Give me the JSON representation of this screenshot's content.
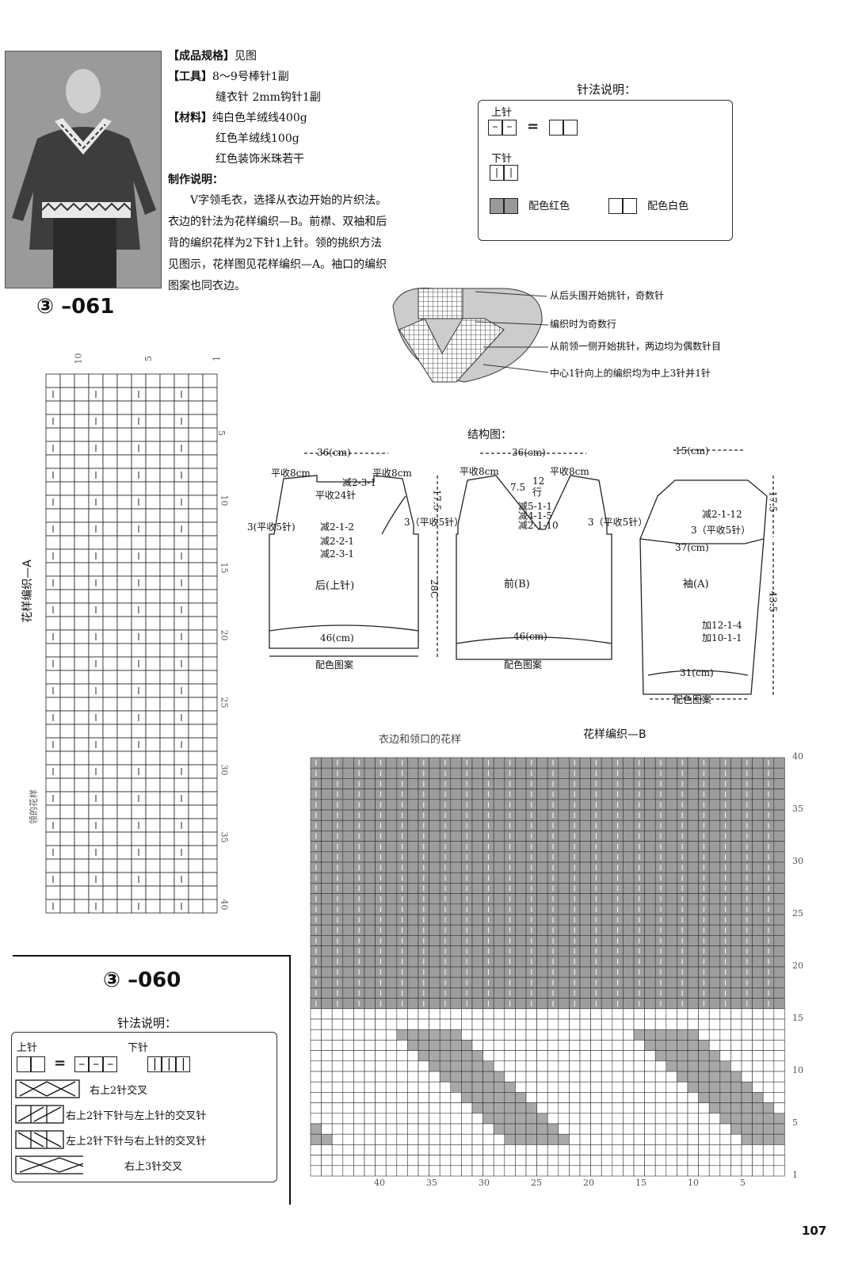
{
  "top": {
    "spec_label": "【成品规格】",
    "spec_value": "见图",
    "tools_label": "【工具】",
    "tools_line1": "8～9号棒针1副",
    "tools_line2": "缝衣针 2mm钩针1副",
    "material_label": "【材料】",
    "material_line1": "纯白色羊绒线400g",
    "material_line2": "红色羊绒线100g",
    "material_line3": "红色装饰米珠若干",
    "method_title": "制作说明：",
    "method_lines": [
      "V字领毛衣，选择从衣边开始的片织法。",
      "衣边的针法为花样编织—B。前襟、双袖和后",
      "背的编织花样为2下针1上针。领的挑织方法",
      "见图示，花样图见花样编织—A。袖口的编织",
      "图案也同衣边。"
    ],
    "pattern_number": "③ –061"
  },
  "legend_061": {
    "title": "针法说明：",
    "upper_label": "上针",
    "lower_label": "下针",
    "red_label": "配色红色",
    "white_label": "配色白色"
  },
  "collar_notes": [
    "从后头围开始挑针，奇数针",
    "编织时为奇数行",
    "从前领一侧开始挑针，两边均为偶数针目",
    "中心1针向上的编织均为中上3针并1针"
  ],
  "structure": {
    "title": "结构图：",
    "back": {
      "width_top": "36(cm)",
      "shoulder_left": "平收8cm",
      "shoulder_right": "平收8cm",
      "dec_top": "减2-3-1",
      "neck": "平收24针",
      "height_top": "17.5",
      "arm_left": "3(平收5针)",
      "arm_right": "3（平收5针）",
      "dec1": "减2-1-2",
      "dec2": "减2-2-1",
      "dec3": "减2-3-1",
      "name": "后(上针)",
      "height_body": "28C",
      "width_bottom": "46(cm)",
      "hem": "配色图案"
    },
    "front": {
      "width_top": "36(cm)",
      "shoulder_left": "平收8cm",
      "shoulder_right": "平收8cm",
      "v_depth": "7.5",
      "v_rows": "12行",
      "dec1": "减5-1-1",
      "dec2": "减4-1-5",
      "dec3": "减2-1-10",
      "arm_right": "3（平收5针）",
      "name": "前(B)",
      "width_bottom": "46(cm)",
      "hem": "配色图案"
    },
    "sleeve": {
      "width_top": "15(cm)",
      "dec": "减2-1-12",
      "arm": "3（平收5针）",
      "height_cap": "17.5",
      "width_mid": "37(cm)",
      "name": "袖(A)",
      "height_body": "43.5",
      "inc1": "加12-1-4",
      "inc2": "加10-1-1",
      "width_bottom": "31(cm)",
      "hem": "配色图案"
    }
  },
  "chart_a": {
    "side_title": "花样编织—A",
    "side_sub": "领的花样",
    "top_ticks": [
      "10",
      "5",
      "1"
    ],
    "right_ticks": [
      "5",
      "10",
      "15",
      "20",
      "25",
      "30",
      "35",
      "40"
    ]
  },
  "chart_b": {
    "caption_left": "衣边和领口的花样",
    "title": "花样编织—B",
    "right_ticks": [
      "40",
      "35",
      "30",
      "25",
      "20",
      "15",
      "10",
      "5",
      "1"
    ],
    "bottom_ticks": [
      "40",
      "35",
      "30",
      "25",
      "20",
      "15",
      "10",
      "5"
    ]
  },
  "pattern_060": {
    "number": "③ –060",
    "title": "针法说明：",
    "upper_label": "上针",
    "lower_label": "下针",
    "cross1": "右上2针交叉",
    "cross2": "右上2针下针与左上针的交叉针",
    "cross3": "左上2针下针与右上针的交叉针",
    "cross4": "右上3针交叉"
  },
  "page_number": "107"
}
